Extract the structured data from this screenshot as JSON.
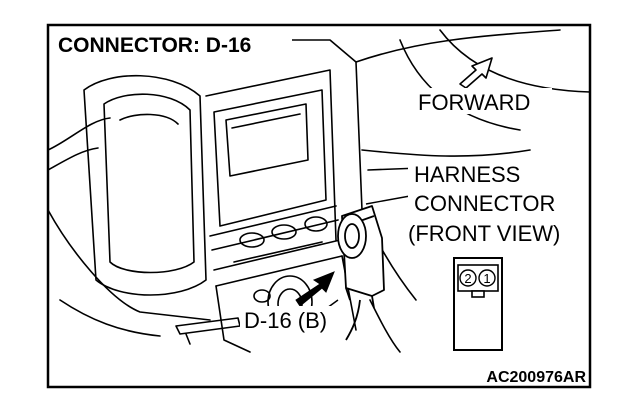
{
  "title": "CONNECTOR: D-16",
  "forward_label": "FORWARD",
  "harness_label": {
    "line1": "HARNESS",
    "line2": "CONNECTOR",
    "line3": "(FRONT VIEW)"
  },
  "connector_label": "D-16 (B)",
  "pins": [
    "2",
    "1"
  ],
  "figure_code": "AC200976AR",
  "colors": {
    "ink": "#000000",
    "paper": "#ffffff"
  }
}
